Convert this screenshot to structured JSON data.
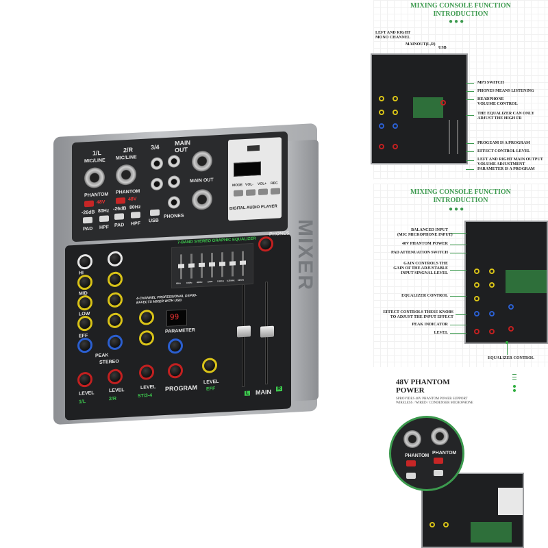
{
  "mixer": {
    "ch1_label": "1/L",
    "ch2_label": "2/R",
    "ch34_label": "3/4",
    "main_out": "MAIN\nOUT",
    "mic_line": "MIC/LINE",
    "phantom": "PHANTOM",
    "v48": "48V",
    "db26": "-26dB",
    "hz80": "80Hz",
    "pad": "PAD",
    "hpf": "HPF",
    "usb": "USB",
    "phones": "PHONES",
    "main_out_small": "MAIN OUT",
    "mode": "MODE",
    "volm": "VOL-",
    "volp": "VOL+",
    "rec": "REC",
    "dap": "DIGITAL AUDIO PLAYER",
    "eq_title": "7-BAND STEREO GRAPHIC EQUALIZER",
    "eq_bands": [
      "63Hz",
      "160Hz",
      "400Hz",
      "1KHz",
      "2.5KHz",
      "6.25KHz",
      "16KHz"
    ],
    "dsp_text": "4-CHANNEL PROFESSIONAL DSP99-EFFECTS MIXER WITH USB",
    "parameter": "PARAMETER",
    "program": "PROGRAM",
    "level": "LEVEL",
    "eff": "EFF",
    "st34": "ST/3-4",
    "peak": "PEAK",
    "stereo": "STEREO",
    "hi": "HI",
    "mid": "MID",
    "low": "LOW",
    "main": "MAIN",
    "left": "L",
    "right": "R",
    "brand": "MIXER",
    "display": "99"
  },
  "panel1": {
    "title_line1": "MIXING CONSOLE FUNCTION",
    "title_line2": "INTRODUCTION",
    "callouts_left": [
      "LEFT AND RIGHT\nMONO CHANNEL",
      "MAINOUT(L,R)",
      "USB"
    ],
    "callouts_right": [
      "MP3 SWITCH",
      "PHONES MEANS LISTENING",
      "HEADPHONE\nVOLUME CONTROL",
      "THE EQUALIZER CAN ONLY\nADJUST THE HIGH FR",
      "PROGEAM IS A PROGRAM",
      "EFFECT CONTROL LEVEL",
      "LEFT AND RIGHT MAIN OUTPUT\nVOLUME ADJUSTMENT",
      "PARAMETER IS A PROGRAM"
    ]
  },
  "panel2": {
    "title_line1": "MIXING CONSOLE FUNCTION",
    "title_line2": "INTRODUCTION",
    "callouts": [
      "BALANCED INPUT\n(MIC MICROPHONE INPUT)",
      "48V PHANTOM POWER",
      "PAD ATTENUATION SWITCH",
      "GAIN CONTROLS THE\nGAIN OF THE ADJUSTABLE\nINPUT SINGNAL LEVEL",
      "EQUALIZER CONTROL",
      "EFFECT CONTROLS THESE KNOBS\nTO ADJUST THE INPUT EFFECT",
      "PEAK INDICATOR",
      "LEVEL"
    ],
    "bottom_callout": "EQUALIZER CONTROL"
  },
  "panel3": {
    "title": "48V PHANTOM\nPOWER",
    "desc": "SPROVIDES 48V PHANTOM POWER SUPPORT\nWIRELESS / WIRED / CONDENSER MICROPHONE"
  }
}
